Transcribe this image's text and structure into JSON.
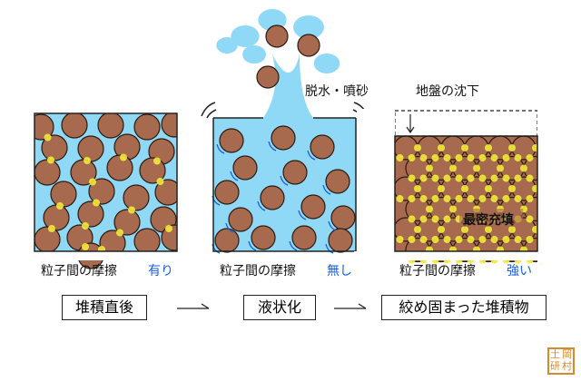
{
  "panels": [
    {
      "label": "粒子間の摩擦",
      "friction": "有り"
    },
    {
      "label": "粒子間の摩擦",
      "friction": "無し"
    },
    {
      "label": "粒子間の摩擦",
      "friction": "強い"
    }
  ],
  "annotations": {
    "dewater": "脱水・噴砂",
    "subsidence": "地盤の沈下",
    "dense": "最密充填"
  },
  "stages": [
    "堆積直後",
    "液状化",
    "絞め固まった堆積物"
  ],
  "logo": "土岡研村",
  "colors": {
    "water": "#8fd9f6",
    "particle": "#a86a4e",
    "friction": "#f2ea3a",
    "accent": "#1a5ee6"
  }
}
